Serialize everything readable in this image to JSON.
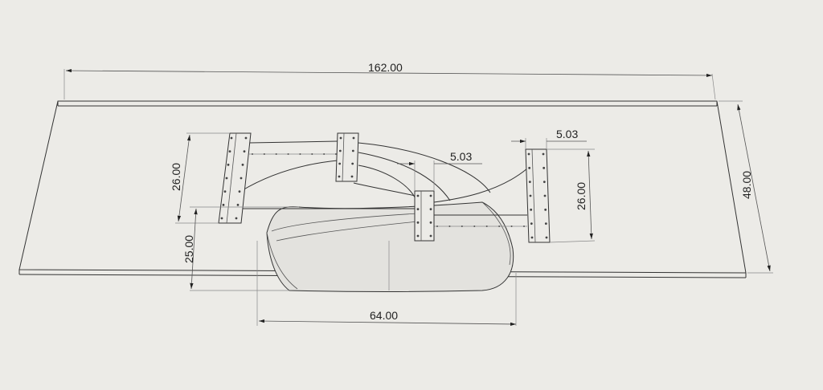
{
  "dimensions": {
    "overall_length": "162.00",
    "overall_width": "48.00",
    "left_flange_height": "26.00",
    "right_flange_height": "26.00",
    "base_height": "25.00",
    "base_length": "64.00",
    "top_flange_thickness": "5.03",
    "mid_flange_thickness": "5.03"
  }
}
